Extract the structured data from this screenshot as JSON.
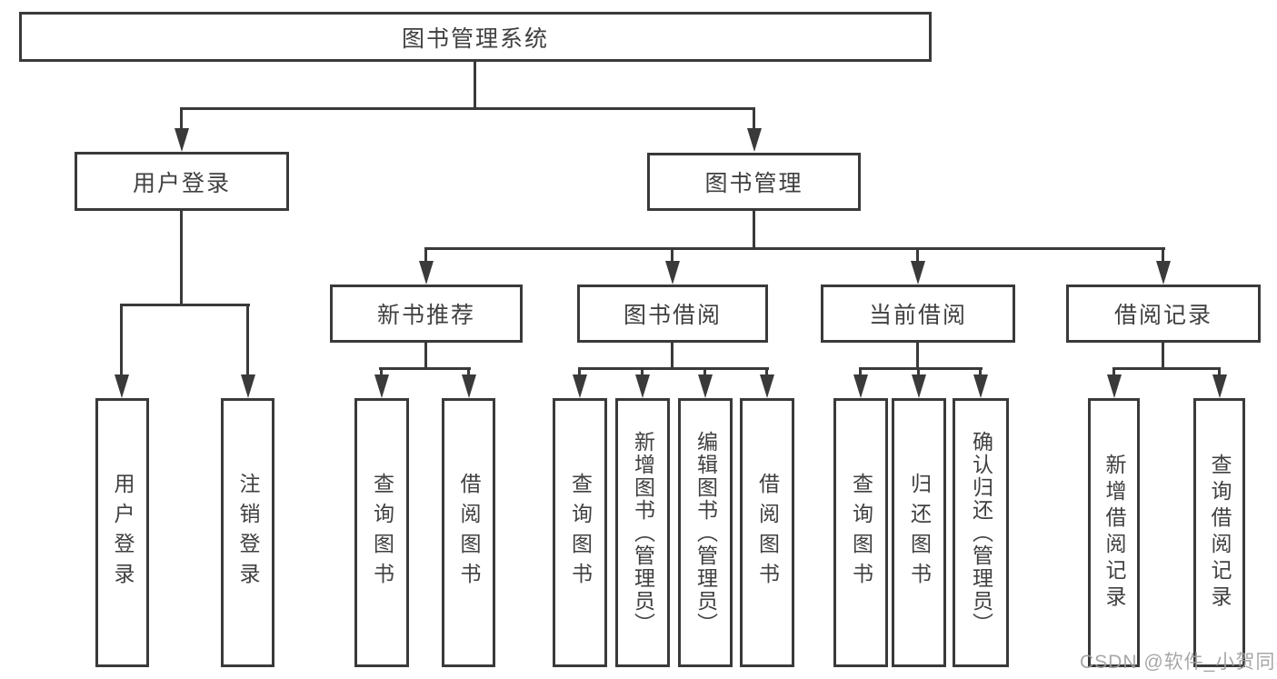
{
  "diagram": {
    "root": {
      "label": "图书管理系统"
    },
    "branches": [
      {
        "label": "用户登录",
        "children": [
          {
            "label": "用户登录"
          },
          {
            "label": "注销登录"
          }
        ]
      },
      {
        "label": "图书管理",
        "children": [
          {
            "label": "新书推荐",
            "children": [
              {
                "label": "查询图书"
              },
              {
                "label": "借阅图书"
              }
            ]
          },
          {
            "label": "图书借阅",
            "children": [
              {
                "label": "查询图书"
              },
              {
                "label": "新增图书（管理员）"
              },
              {
                "label": "编辑图书（管理员）"
              },
              {
                "label": "借阅图书"
              }
            ]
          },
          {
            "label": "当前借阅",
            "children": [
              {
                "label": "查询图书"
              },
              {
                "label": "归还图书"
              },
              {
                "label": "确认归还（管理员）"
              }
            ]
          },
          {
            "label": "借阅记录",
            "children": [
              {
                "label": "新增借阅记录"
              },
              {
                "label": "查询借阅记录"
              }
            ]
          }
        ]
      }
    ]
  },
  "watermark": "CSDN @软件_小贺同学",
  "colors": {
    "line": "#3a3a3a",
    "text": "#404040",
    "background": "#ffffff",
    "watermark": "#9e9e9e"
  }
}
